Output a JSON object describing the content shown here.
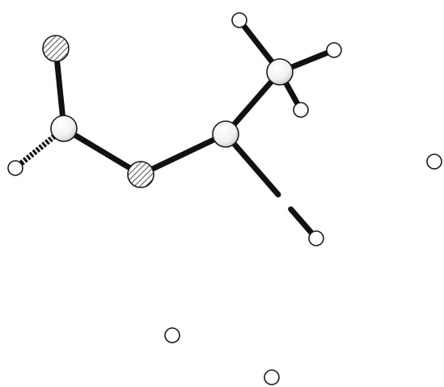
{
  "figure": {
    "kind": "ball-and-stick molecular structure",
    "atom_label_text": "",
    "colors": {
      "background": "#ffffff",
      "bond": "#111111",
      "hetero_atom_fill": "#d8d8d8",
      "light_atom_fill": "#ffffff",
      "atom_outline": "#1a1a1a"
    },
    "atoms": [
      {
        "id": "X1",
        "element_style": "hatched"
      },
      {
        "id": "C1",
        "element_style": "shaded"
      },
      {
        "id": "H1",
        "element_style": "plain"
      },
      {
        "id": "O1",
        "element_style": "hatched"
      },
      {
        "id": "C2",
        "element_style": "shaded"
      },
      {
        "id": "C3",
        "element_style": "shaded"
      },
      {
        "id": "H2",
        "element_style": "plain"
      },
      {
        "id": "H3",
        "element_style": "plain"
      },
      {
        "id": "H4",
        "element_style": "plain"
      },
      {
        "id": "H5",
        "element_style": "plain"
      },
      {
        "id": "W1",
        "element_style": "plain"
      },
      {
        "id": "W2",
        "element_style": "plain"
      },
      {
        "id": "W3",
        "element_style": "plain"
      }
    ],
    "bonds": [
      {
        "from": "X1",
        "to": "C1",
        "style": "solid"
      },
      {
        "from": "C1",
        "to": "H1",
        "style": "striped"
      },
      {
        "from": "C1",
        "to": "O1",
        "style": "solid"
      },
      {
        "from": "O1",
        "to": "C2",
        "style": "solid"
      },
      {
        "from": "C2",
        "to": "C3",
        "style": "solid"
      },
      {
        "from": "C3",
        "to": "H2",
        "style": "solid"
      },
      {
        "from": "C3",
        "to": "H3",
        "style": "solid"
      },
      {
        "from": "C3",
        "to": "H4",
        "style": "solid"
      },
      {
        "from": "C2",
        "to": "H5",
        "style": "broken"
      }
    ]
  }
}
